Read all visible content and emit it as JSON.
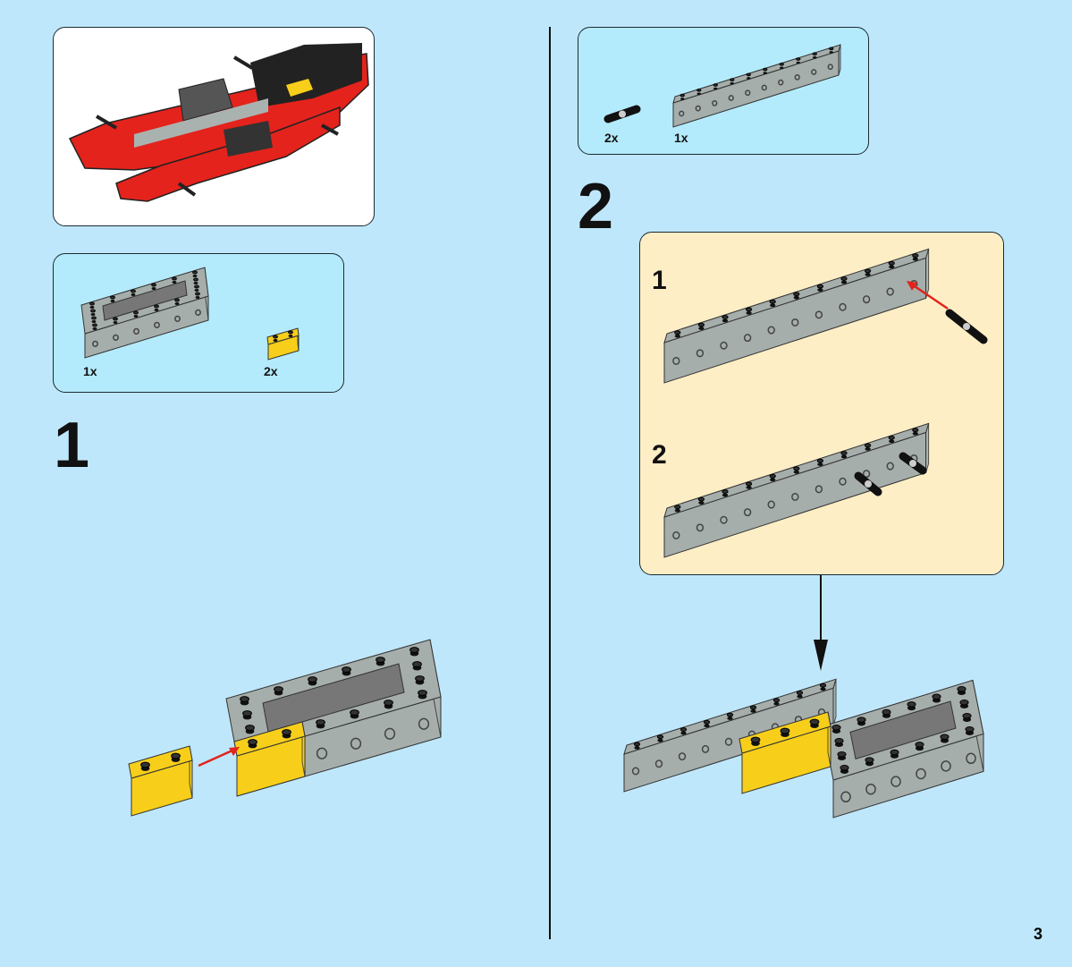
{
  "page_number": "3",
  "left": {
    "parts": [
      {
        "count": "1x",
        "part": "grey-technic-frame-4x6"
      },
      {
        "count": "2x",
        "part": "yellow-brick-with-pin"
      }
    ],
    "step_number": "1"
  },
  "right": {
    "parts": [
      {
        "count": "2x",
        "part": "black-technic-pin"
      },
      {
        "count": "1x",
        "part": "grey-technic-beam-1x10"
      }
    ],
    "step_number": "2",
    "substeps": [
      "1",
      "2"
    ]
  },
  "colors": {
    "background": "#bfe7fb",
    "parts_box": "#b4ebfc",
    "substep_box": "#fdeec6",
    "grey": "#a5aeab",
    "yellow": "#f7cf1a",
    "red": "#e3231c"
  }
}
